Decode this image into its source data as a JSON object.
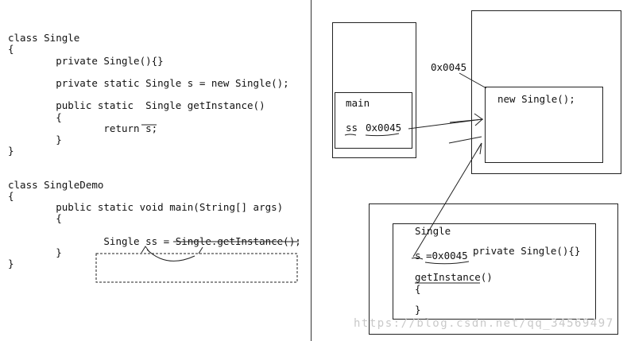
{
  "code_lines": [
    "",
    "class Single",
    "{",
    "        private Single(){}",
    "",
    "        private static Single s = new Single();",
    "",
    "        public static  Single getInstance()",
    "        {",
    "                return s;",
    "        }",
    "}",
    "",
    "",
    "class SingleDemo",
    "{",
    "        public static void main(String[] args)",
    "        {",
    "",
    "                Single ss = Single.getInstance();",
    "        }",
    "}"
  ],
  "stack": {
    "frame_label": "main",
    "var_name": "ss",
    "var_value": "0x0045"
  },
  "heap": {
    "address": "0x0045",
    "object_label": "new Single();"
  },
  "method_area": {
    "class_name": "Single",
    "field_name": "s",
    "field_value": "=0x0045",
    "constructor": "private Single(){}",
    "method": "getInstance()",
    "brace_open": "{",
    "brace_close": "}"
  },
  "watermark": "https://blog.csdn.net/qq_34569497"
}
